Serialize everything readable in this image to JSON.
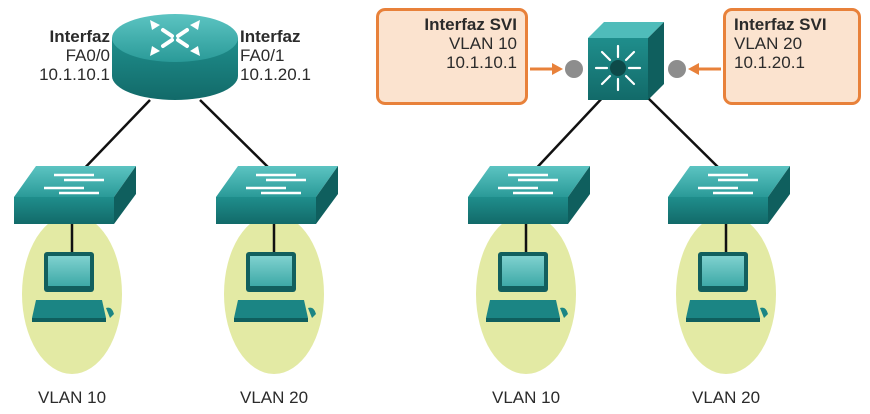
{
  "left_router": {
    "interface_a": {
      "title": "Interfaz",
      "port": "FA0/0",
      "ip": "10.1.10.1"
    },
    "interface_b": {
      "title": "Interfaz",
      "port": "FA0/1",
      "ip": "10.1.20.1"
    }
  },
  "multilayer_switch": {
    "svi_a": {
      "title": "Interfaz SVI",
      "vlan": "VLAN 10",
      "ip": "10.1.10.1"
    },
    "svi_b": {
      "title": "Interfaz SVI",
      "vlan": "VLAN 20",
      "ip": "10.1.20.1"
    }
  },
  "vlan_labels": [
    "VLAN 10",
    "VLAN 20",
    "VLAN 10",
    "VLAN 20"
  ],
  "icons": {
    "router": "router-icon",
    "switch": "switch-icon",
    "multilayer_switch": "multilayer-switch-icon",
    "pc": "pc-icon"
  },
  "colors": {
    "device_teal": "#1b8584",
    "device_light": "#45b2b1",
    "vlan_ellipse": "#e3eaa4",
    "svi_border": "#e8813a",
    "svi_fill": "#fbe3cf",
    "port_dot": "#8d8d8d"
  }
}
